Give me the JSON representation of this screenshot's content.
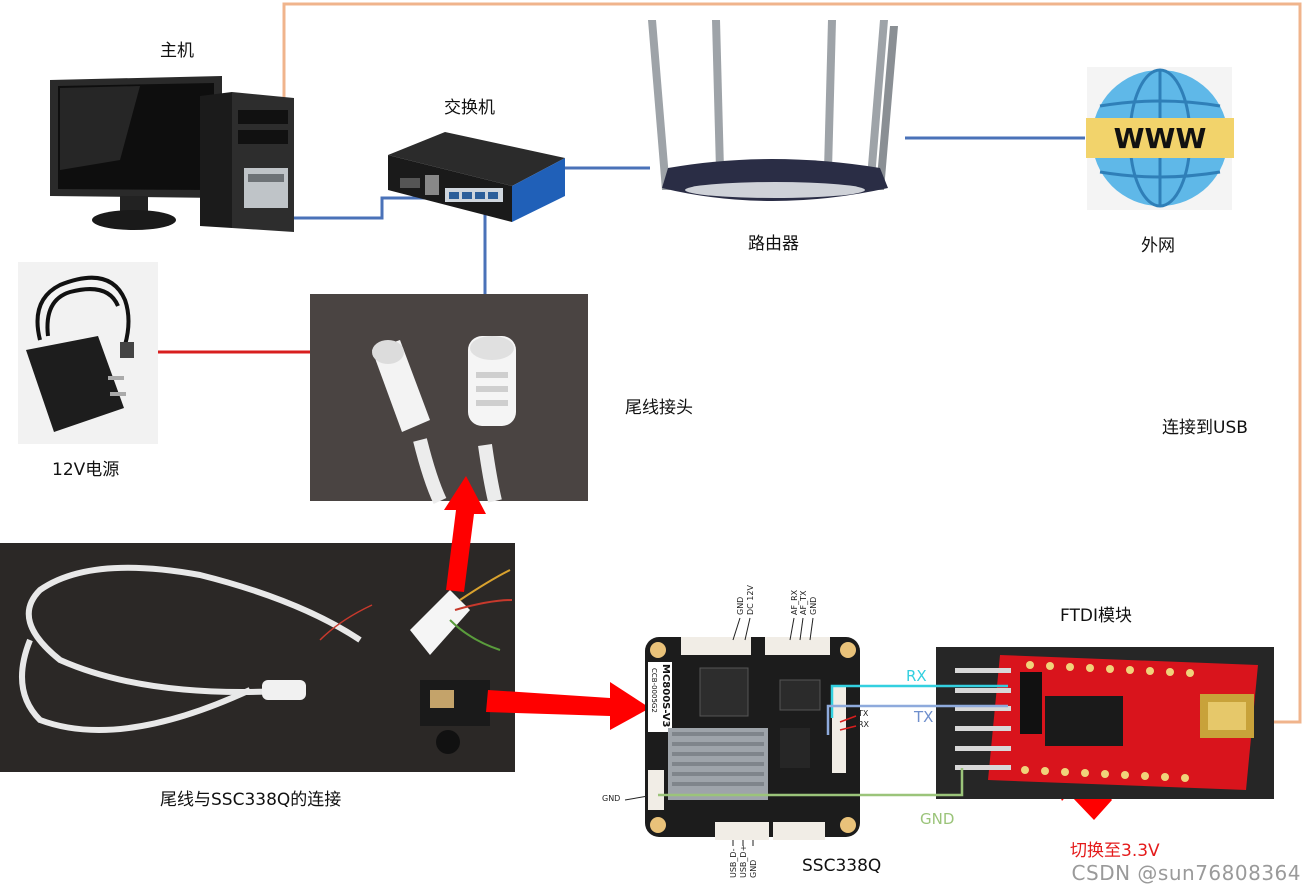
{
  "labels": {
    "host": "主机",
    "switch": "交换机",
    "router": "路由器",
    "internet": "外网",
    "power": "12V电源",
    "pigtail": "尾线接头",
    "usb": "连接到USB",
    "ftdi": "FTDI模块",
    "pigtail_conn": "尾线与SSC338Q的连接",
    "board": "SSC338Q",
    "switch_3v3": "切换至3.3V"
  },
  "wire_labels": {
    "rx": "RX",
    "tx": "TX",
    "gnd": "GND"
  },
  "board_text": {
    "model": "MC800S-V3",
    "code": "CCB-0005G2",
    "pin_gnd1": "GND",
    "pin_dc12v": "DC 12V",
    "pin_af_rx": "AF_RX",
    "pin_af_tx": "AF_TX",
    "pin_gnd2": "GND",
    "pin_tx": "TX",
    "pin_rx": "RX",
    "pin_gnd_left": "GND",
    "pin_usb_dm": "USB_D-",
    "pin_usb_dp": "USB_D+",
    "pin_gnd3": "GND"
  },
  "www_text": "WWW",
  "watermark": "CSDN @sun76808364",
  "colors": {
    "ethernet": "#4a72b8",
    "power": "#d81e1e",
    "usb": "#f0b48c",
    "rx": "#33d0e0",
    "tx": "#8eaadc",
    "gnd": "#9bc47a",
    "arrow": "#ff0000",
    "pcb_red": "#d9141c",
    "pcb_black": "#1c1c1c"
  }
}
